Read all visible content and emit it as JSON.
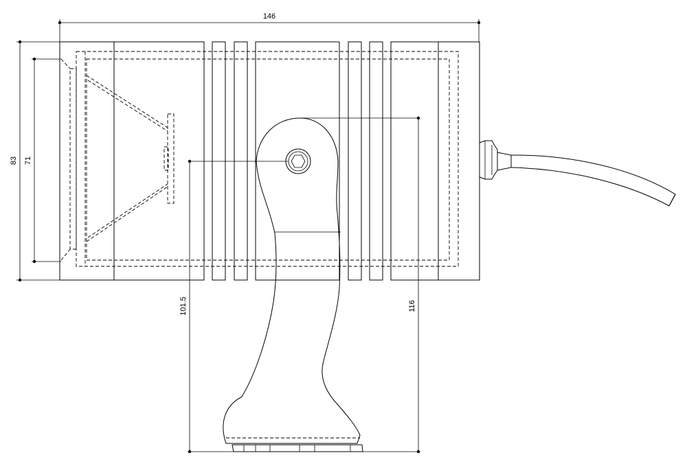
{
  "dimensions": {
    "overall_width": "146",
    "overall_height": "83",
    "inner_height": "71",
    "pivot_height": "101.5",
    "top_height": "116"
  }
}
